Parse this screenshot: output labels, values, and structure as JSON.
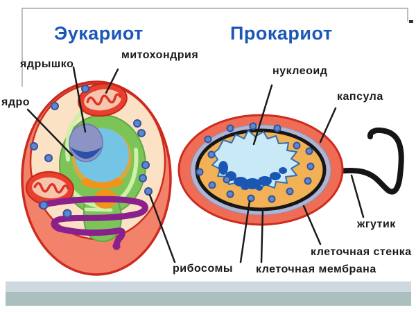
{
  "titles": {
    "eukaryote": "Эукариот",
    "prokaryote": "Прокариот"
  },
  "labels": {
    "nucleolus": "ядрышко",
    "mitochondria": "митохондрия",
    "nucleus": "ядро",
    "ribosomes": "рибосомы",
    "nucleoid": "нуклеоид",
    "capsule": "капсула",
    "flagellum": "жгутик",
    "cell_wall": "клеточная стенка",
    "cell_membrane": "клеточная мембрана"
  },
  "colors": {
    "title_blue": "#1c57b8",
    "label_black": "#1a1a1a",
    "membrane_red": "#ce2b20",
    "eukaryote_cytoplasm_salmon": "#f2826a",
    "eukaryote_cytoplasm_peach": "#fbe2c4",
    "nucleus_blue": "#74c4e5",
    "nucleus_ring_tan": "#d9a93e",
    "nucleolus_slate_blue": "#8c94c6",
    "nucleolus_dark_blue": "#2b51a7",
    "er_green": "#7cc457",
    "er_green_highlight": "#cff0aa",
    "golgi_purple": "#8a1f8e",
    "mitochondria_red": "#e8402c",
    "mitochondria_inner_pink": "#f7c4ae",
    "ribosome_blue": "#5e87ce",
    "orange_organelle": "#f0941c",
    "prokaryote_capsule_salmon": "#ee6d54",
    "prokaryote_wall_lavender": "#aeb4d2",
    "prokaryote_membrane_black": "#161616",
    "prokaryote_cytoplasm_orange": "#f3b156",
    "nucleoid_light_blue": "#c9e9f6",
    "nucleoid_dark_blue": "#1b57b2",
    "flagellum_black": "#151515",
    "footer_stripe_light": "#cdd8e0",
    "footer_stripe_dark": "#aabfbe"
  }
}
